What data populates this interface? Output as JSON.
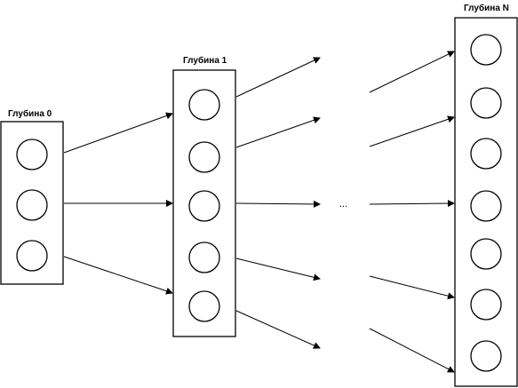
{
  "diagram": {
    "layers": [
      {
        "label": "Глубина 0",
        "node_count": 3
      },
      {
        "label": "Глубина 1",
        "node_count": 5
      },
      {
        "label": "Глубина N",
        "node_count": 7
      }
    ],
    "ellipsis": "...",
    "colors": {
      "stroke": "#000000",
      "fill": "#ffffff"
    }
  }
}
